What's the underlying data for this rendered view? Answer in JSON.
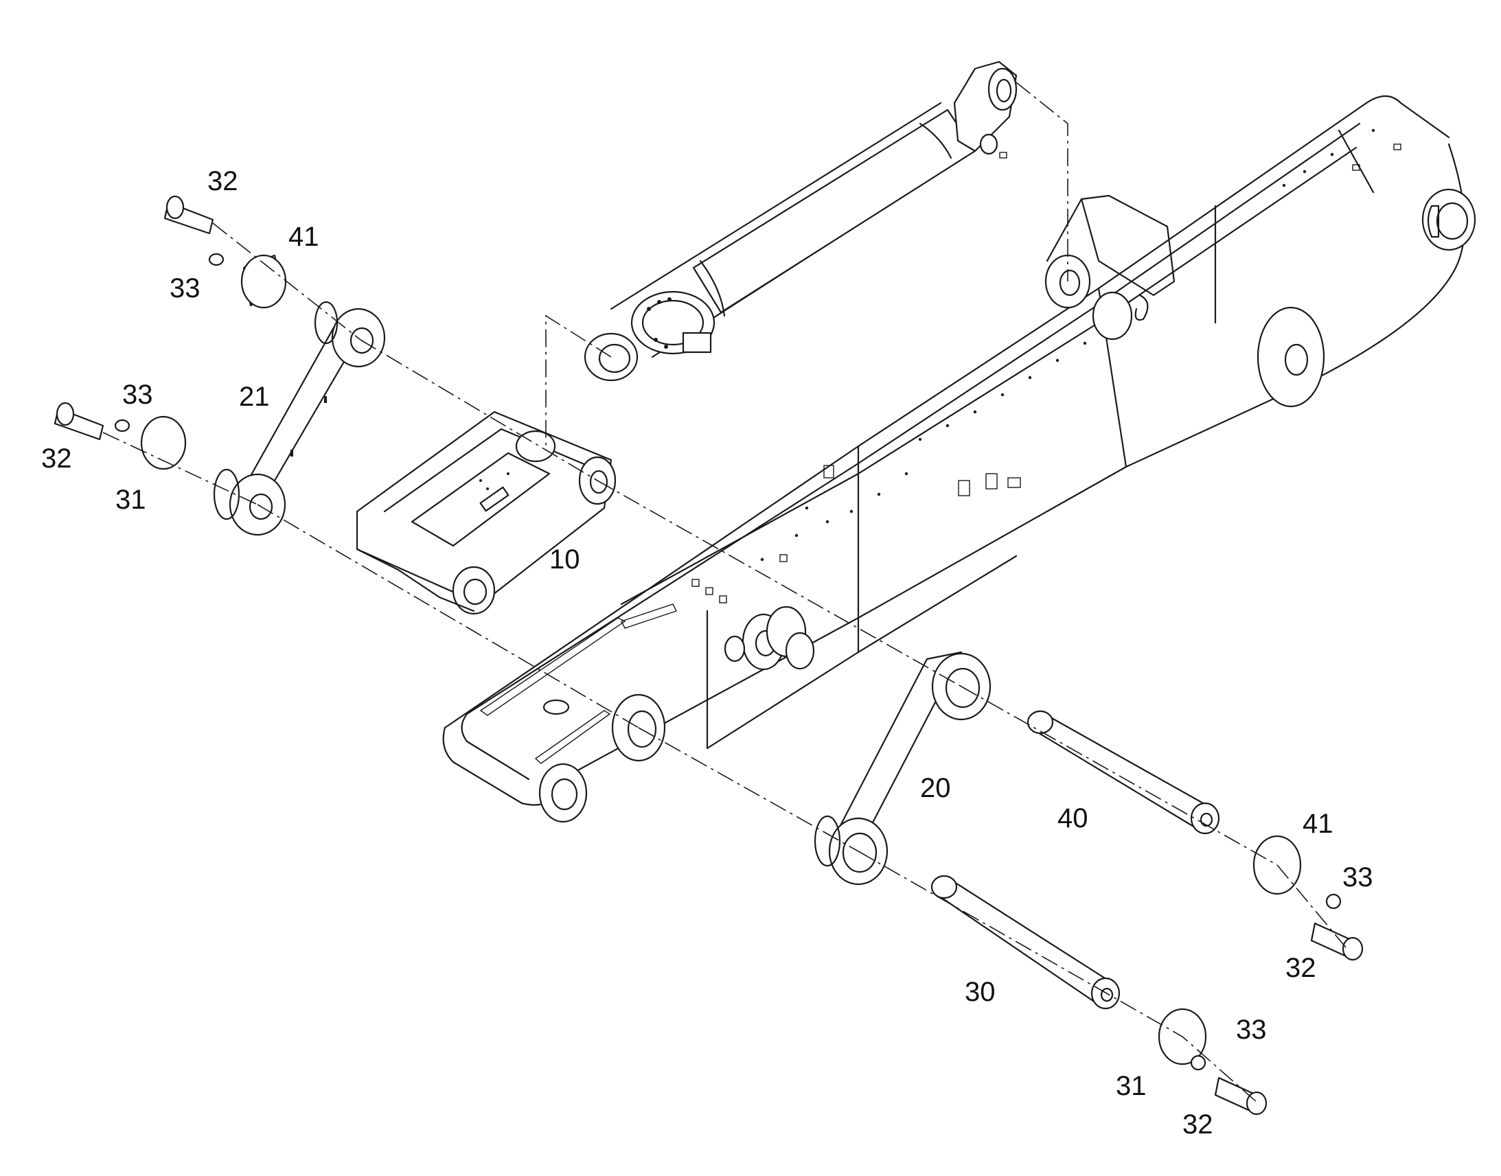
{
  "labels": [
    {
      "id": "l32a",
      "text": "32"
    },
    {
      "id": "l41a",
      "text": "41"
    },
    {
      "id": "l33a",
      "text": "33"
    },
    {
      "id": "l21",
      "text": "21"
    },
    {
      "id": "l33b",
      "text": "33"
    },
    {
      "id": "l32b",
      "text": "32"
    },
    {
      "id": "l31a",
      "text": "31"
    },
    {
      "id": "l10",
      "text": "10"
    },
    {
      "id": "l20",
      "text": "20"
    },
    {
      "id": "l40",
      "text": "40"
    },
    {
      "id": "l41b",
      "text": "41"
    },
    {
      "id": "l33c",
      "text": "33"
    },
    {
      "id": "l32c",
      "text": "32"
    },
    {
      "id": "l30",
      "text": "30"
    },
    {
      "id": "l33d",
      "text": "33"
    },
    {
      "id": "l31b",
      "text": "31"
    },
    {
      "id": "l32d",
      "text": "32"
    }
  ],
  "colors": {
    "line": "#1a1a1a",
    "background": "#ffffff"
  }
}
